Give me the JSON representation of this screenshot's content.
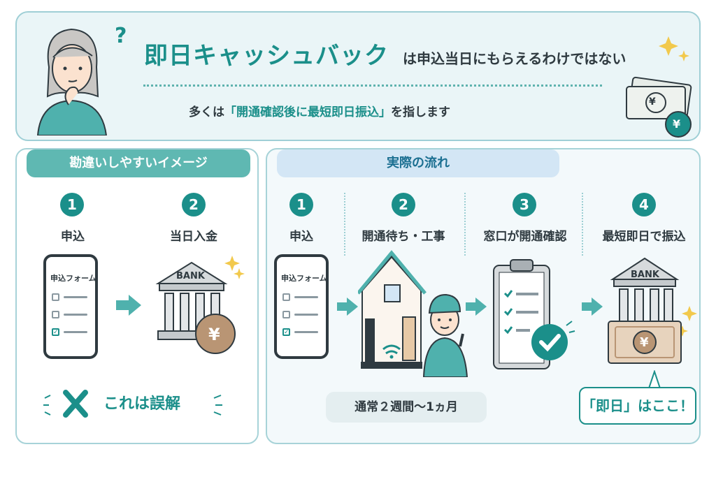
{
  "header": {
    "title_main": "即日キャッシュバック",
    "title_sub": "は申込当日にもらえるわけではない",
    "subtitle_pre": "多くは",
    "subtitle_hl": "「開通確認後に最短即日振込」",
    "subtitle_post": "を指します",
    "question_mark": "?",
    "yen_symbol": "¥"
  },
  "left": {
    "tag": "勘違いしやすいイメージ",
    "steps": [
      {
        "num": "1",
        "label": "申込"
      },
      {
        "num": "2",
        "label": "当日入金"
      }
    ],
    "phone_title": "申込フォーム",
    "bank_text": "BANK",
    "misconception": "これは誤解"
  },
  "right": {
    "tag": "実際の流れ",
    "steps": [
      {
        "num": "1",
        "label": "申込"
      },
      {
        "num": "2",
        "label": "開通待ち・工事"
      },
      {
        "num": "3",
        "label": "窓口が開通確認"
      },
      {
        "num": "4",
        "label": "最短即日で振込"
      }
    ],
    "phone_title": "申込フォーム",
    "bank_text": "BANK",
    "duration": "通常２週間〜1ヵ月",
    "callout": "「即日」はここ！"
  },
  "colors": {
    "teal": "#1b8f8a",
    "light_teal": "#5fb8b2",
    "header_bg": "#eaf5f7",
    "blue_tag": "#d3e6f5"
  }
}
